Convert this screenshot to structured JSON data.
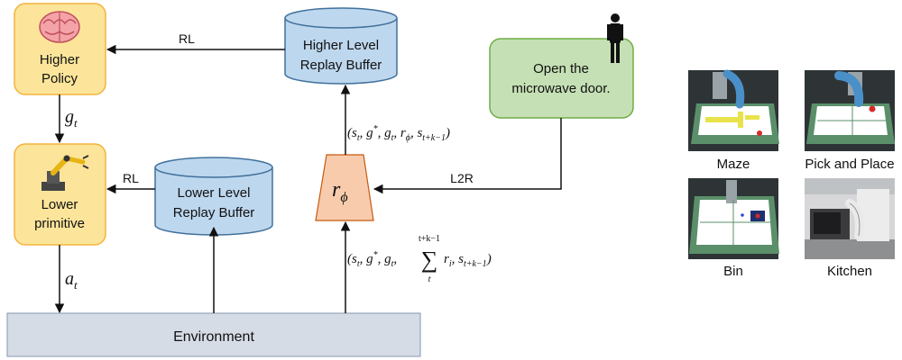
{
  "nodes": {
    "higher_policy": {
      "line1": "Higher",
      "line2": "Policy"
    },
    "lower_primitive": {
      "line1": "Lower",
      "line2": "primitive"
    },
    "higher_buffer": {
      "line1": "Higher Level",
      "line2": "Replay Buffer"
    },
    "lower_buffer": {
      "line1": "Lower Level",
      "line2": "Replay Buffer"
    },
    "instruction": {
      "line1": "Open the",
      "line2": "microwave door."
    },
    "environment": {
      "label": "Environment"
    },
    "reward_model": {
      "symbol": "r",
      "subscript": "ϕ"
    }
  },
  "edges": {
    "rl_top": "RL",
    "rl_bottom": "RL",
    "l2r": "L2R",
    "goal": {
      "symbol": "g",
      "subscript": "t"
    },
    "action": {
      "symbol": "a",
      "subscript": "t"
    }
  },
  "tuples": {
    "upper": "(s",
    "upper_full": [
      "(s",
      "t",
      ", g",
      "*",
      ", g",
      "t",
      ", r",
      "ϕ",
      ", s",
      "t+k−1",
      ")"
    ],
    "lower_prefix": [
      "(s",
      "t",
      ", g",
      "*",
      ", g",
      "t",
      ","
    ],
    "lower_sum_top": "t+k−1",
    "lower_sum_bottom": "t",
    "lower_sum_symbol": "∑",
    "lower_suffix": [
      "r",
      "i",
      ", s",
      "t+k−1",
      ")"
    ]
  },
  "thumbnails": [
    {
      "caption": "Maze"
    },
    {
      "caption": "Pick and Place"
    },
    {
      "caption": "Bin"
    },
    {
      "caption": "Kitchen"
    }
  ],
  "colors": {
    "policy_fill": "#fce59a",
    "policy_stroke": "#f2b33d",
    "buffer_fill": "#bdd7ee",
    "buffer_stroke": "#41719c",
    "instruction_fill": "#c5e0b4",
    "instruction_stroke": "#70ad47",
    "reward_fill": "#f8cbad",
    "environment_fill": "#d6dce5"
  }
}
